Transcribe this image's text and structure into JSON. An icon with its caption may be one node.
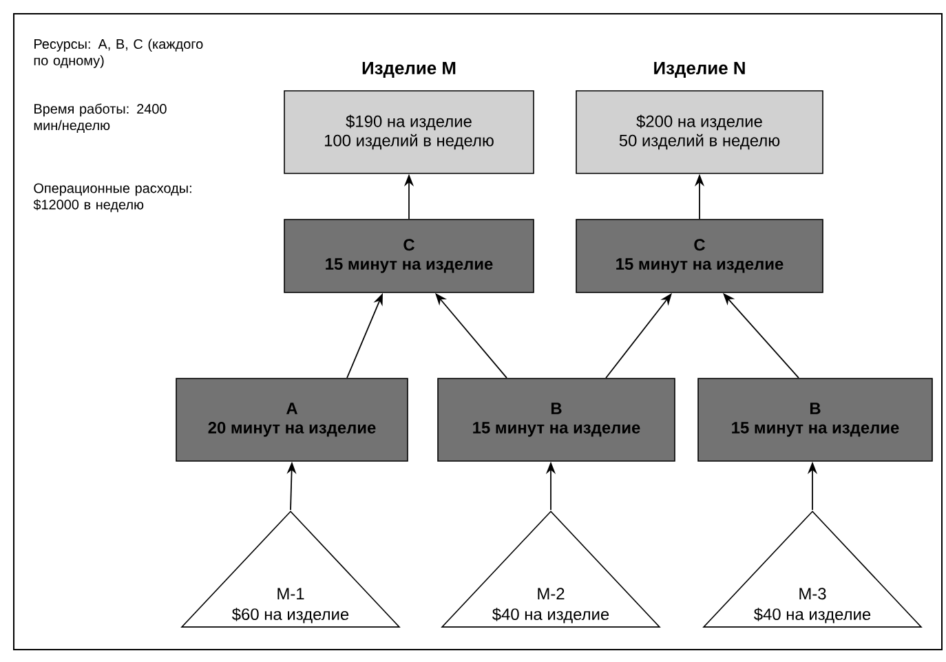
{
  "diagram": {
    "nodes": [
      {
        "text": [
          "Изделие M",
          "$190 на изделие",
          "100 изделий в неделю"
        ]
      },
      {
        "text": [
          "Изделие N",
          "$200 на изделие",
          "50 изделий в неделю"
        ]
      },
      {
        "text": [
          "C",
          "15 минут на изделие"
        ]
      },
      {
        "text": [
          "C",
          "15 минут на изделие"
        ]
      },
      {
        "text": [
          "A",
          "20 минут на изделие"
        ]
      },
      {
        "text": [
          "B",
          "15 минут на изделие"
        ]
      },
      {
        "text": [
          "B",
          "15 минут на изделие"
        ]
      },
      {
        "text": [
          "M-1",
          "$60 на изделие"
        ]
      },
      {
        "text": [
          "M-2",
          "$40 на изделие"
        ]
      },
      {
        "text": [
          "M-3",
          "$40 на изделие"
        ]
      }
    ],
    "edges": [
      {
        "from": 2,
        "to": 0,
        "arrow": "to"
      },
      {
        "from": 3,
        "to": 1,
        "arrow": "to"
      },
      {
        "from": 4,
        "to": 2,
        "arrow": "to"
      },
      {
        "from": 5,
        "to": 2,
        "arrow": "to"
      },
      {
        "from": 5,
        "to": 3,
        "arrow": "to"
      },
      {
        "from": 6,
        "to": 3,
        "arrow": "to"
      },
      {
        "from": 7,
        "to": 4,
        "arrow": "to"
      },
      {
        "from": 8,
        "to": 5,
        "arrow": "to"
      },
      {
        "from": 9,
        "to": 6,
        "arrow": "to"
      }
    ],
    "labels": [
      "Ресурсы: A, B, C (каждого по одному)",
      "Время работы: 2400 мин/неделю",
      "Операционные расходы: $12000 в неделю"
    ]
  }
}
